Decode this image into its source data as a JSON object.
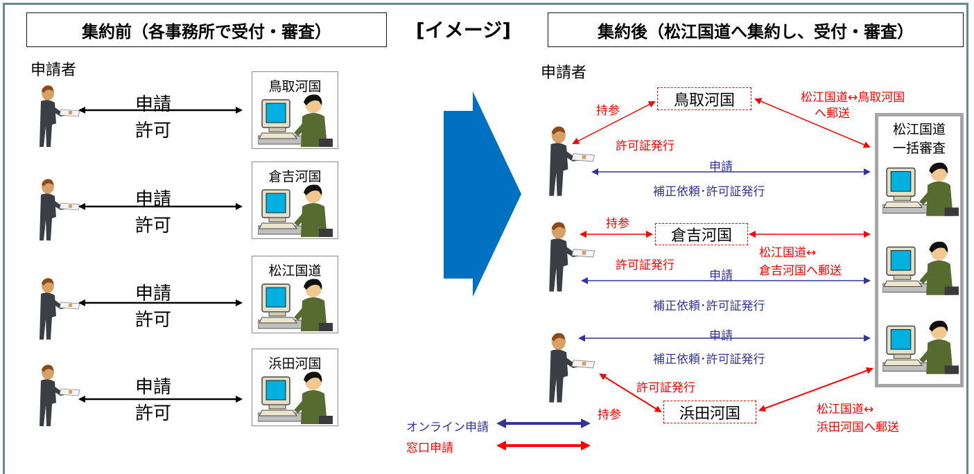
{
  "before": {
    "header": "集約前（各事務所で受付・審査）",
    "applicant_label": "申請者",
    "rows": [
      {
        "request": "申請",
        "permit": "許可",
        "office": "鳥取河国"
      },
      {
        "request": "申請",
        "permit": "許可",
        "office": "倉吉河国"
      },
      {
        "request": "申請",
        "permit": "許可",
        "office": "松江国道"
      },
      {
        "request": "申請",
        "permit": "許可",
        "office": "浜田河国"
      }
    ]
  },
  "image_tag": "[イメージ]",
  "after": {
    "header": "集約後（松江国道へ集約し、受付・審査）",
    "applicant_label": "申請者",
    "central": {
      "line1": "松江国道",
      "line2": "一括審査"
    },
    "offices": [
      "鳥取河国",
      "倉吉河国",
      "浜田河国"
    ],
    "labels": {
      "carry_in": "持参",
      "permit_issue": "許可証発行",
      "request": "申請",
      "correction": "補正依頼･許可証発行",
      "mail_tottori_1": "松江国道↔鳥取河国",
      "mail_tottori_2": "へ郵送",
      "mail_kurayoshi_1": "松江国道↔",
      "mail_kurayoshi_2": "倉吉河国へ郵送",
      "mail_hamada_1": "松江国道↔",
      "mail_hamada_2": "浜田河国へ郵送"
    }
  },
  "legend": {
    "online": "オンライン申請",
    "counter": "窓口申請"
  },
  "colors": {
    "online": "#333399",
    "counter": "#ff0000",
    "big_arrow": "#0070c0",
    "frame": "#5f8a8f"
  }
}
